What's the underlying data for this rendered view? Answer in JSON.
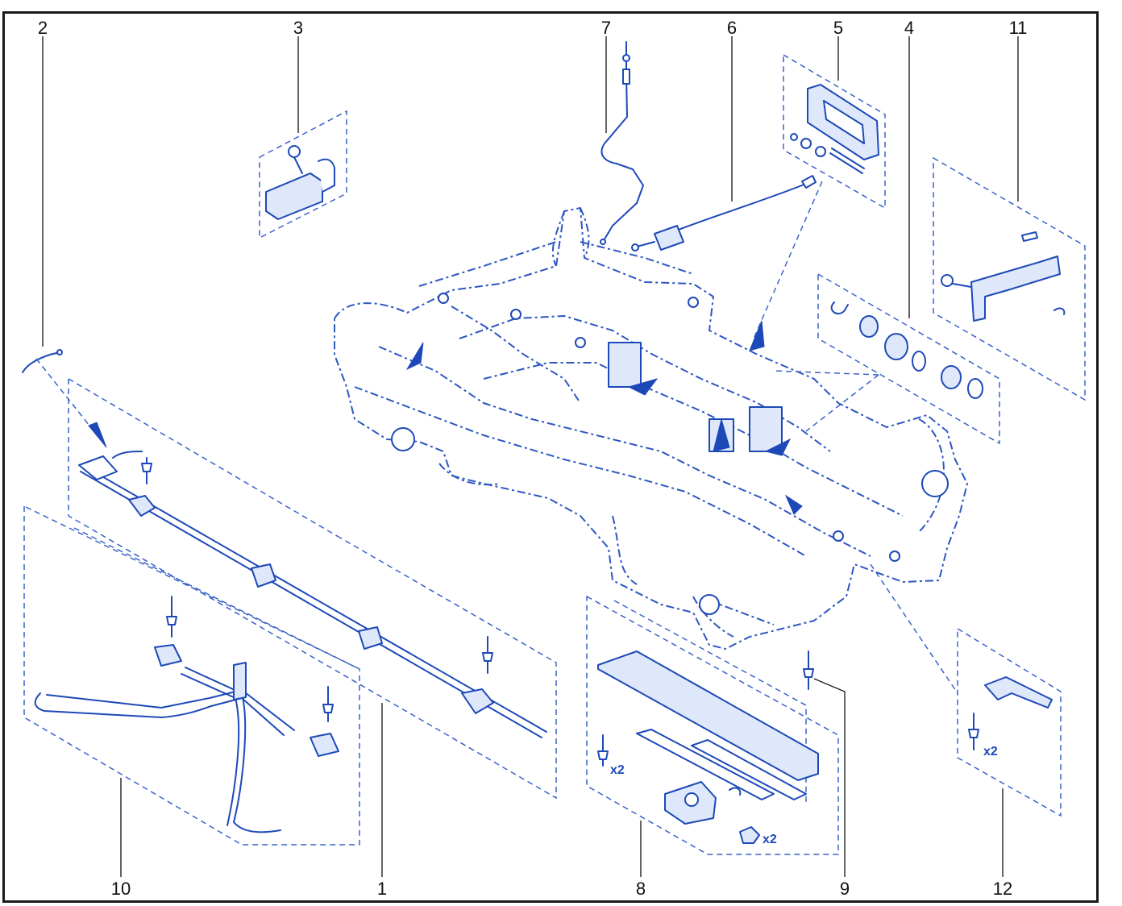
{
  "callouts": {
    "c1": "1",
    "c2": "2",
    "c3": "3",
    "c4": "4",
    "c5": "5",
    "c6": "6",
    "c7": "7",
    "c8": "8",
    "c9": "9",
    "c10": "10",
    "c11": "11",
    "c12": "12"
  },
  "quantities": {
    "q8_fastener": "x2",
    "q8_nut": "x2",
    "q12_fastener": "x2"
  },
  "colors": {
    "line_art": "#1d49b8",
    "callout_text": "#111111",
    "frame_border": "#1a1a1a"
  }
}
